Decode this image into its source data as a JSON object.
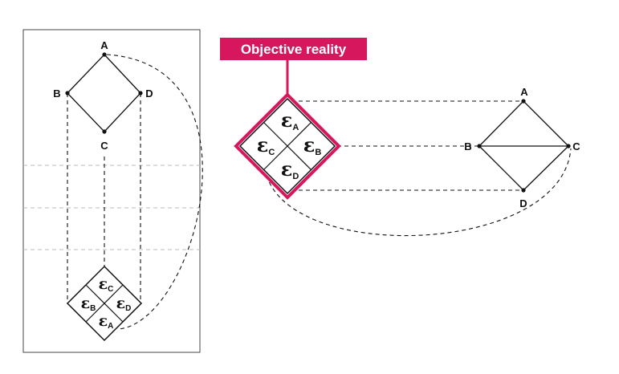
{
  "left_panel": {
    "nodes": {
      "a": "A",
      "b": "B",
      "c": "C",
      "d": "D"
    },
    "cells": {
      "top": {
        "symbol": "ε",
        "sub": "C"
      },
      "left": {
        "symbol": "ε",
        "sub": "B"
      },
      "right": {
        "symbol": "ε",
        "sub": "D"
      },
      "bottom": {
        "symbol": "ε",
        "sub": "A"
      }
    }
  },
  "right_panel": {
    "banner": "Objective reality",
    "nodes": {
      "a": "A",
      "b": "B",
      "c": "C",
      "d": "D"
    },
    "cells": {
      "top": {
        "symbol": "ε",
        "sub": "A"
      },
      "left": {
        "symbol": "ε",
        "sub": "C"
      },
      "right": {
        "symbol": "ε",
        "sub": "B"
      },
      "bottom": {
        "symbol": "ε",
        "sub": "D"
      }
    }
  },
  "colors": {
    "accent": "#d6175d",
    "ink": "#111111",
    "panel_border": "#444444",
    "guide": "#bbbbbb"
  }
}
